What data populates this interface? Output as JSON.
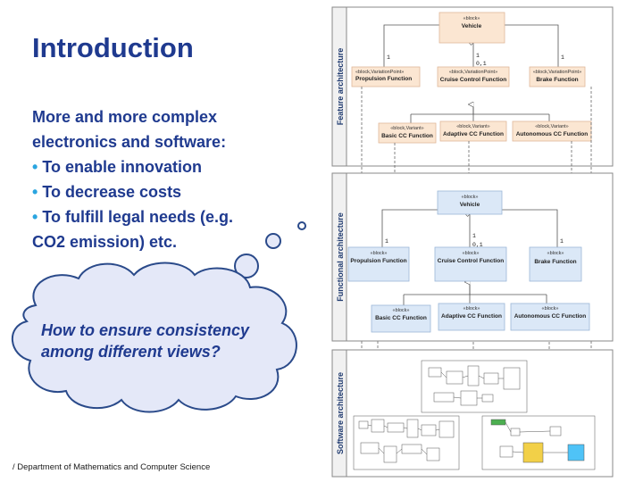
{
  "slide": {
    "title": "Introduction",
    "intro_line1": "More and more complex",
    "intro_line2": "electronics and software:",
    "bullets": [
      "To enable innovation",
      "To decrease costs",
      "To fulfill legal needs (e.g."
    ],
    "bullet_continuation": "CO2 emission) etc.",
    "bullet_glyph": "•",
    "cloud_line1": "How to ensure consistency",
    "cloud_line2": "among different views?",
    "footer": "/ Department of Mathematics and Computer Science"
  },
  "feature_arch": {
    "label": "Feature architecture",
    "vehicle": {
      "stereo": "«block»",
      "name": "Vehicle"
    },
    "propulsion": {
      "stereo": "«block,VariationPoint»",
      "name": "Propulsion Function"
    },
    "cruise": {
      "stereo": "«block,VariationPoint»",
      "name": "Cruise Control Function"
    },
    "brake": {
      "stereo": "«block,VariationPoint»",
      "name": "Brake Function"
    },
    "basic": {
      "stereo": "«block,Variant»",
      "name": "Basic CC Function"
    },
    "adaptive": {
      "stereo": "«block,Variant»",
      "name": "Adaptive CC Function"
    },
    "autonomous": {
      "stereo": "«block,Variant»",
      "name": "Autonomous CC Function"
    },
    "mult_one": "1",
    "mult_zero_one": "0,1"
  },
  "functional_arch": {
    "label": "Functional architecture",
    "vehicle": {
      "stereo": "«block»",
      "name": "Vehicle"
    },
    "propulsion": {
      "stereo": "«block»",
      "name": "Propulsion Function"
    },
    "cruise": {
      "stereo": "«block»",
      "name": "Cruise Control Function"
    },
    "brake": {
      "stereo": "«block»",
      "name": "Brake Function"
    },
    "basic": {
      "stereo": "«block»",
      "name": "Basic CC Function"
    },
    "adaptive": {
      "stereo": "«block»",
      "name": "Adaptive CC Function"
    },
    "autonomous": {
      "stereo": "«block»",
      "name": "Autonomous CC Function"
    },
    "mult_one": "1",
    "mult_zero_one": "0,1"
  },
  "software_arch": {
    "label": "Software architecture"
  },
  "colors": {
    "title_blue": "#1f3a8f",
    "bullet_dot": "#2aa5e0",
    "cloud_fill": "#e4e8f8",
    "cloud_stroke": "#2a4a8a",
    "feature_block": "#fbe6d2",
    "functional_block": "#dbe8f7",
    "simulink_green": "#4caf50",
    "simulink_yellow": "#f2d048",
    "simulink_cyan": "#4fc3f7"
  }
}
